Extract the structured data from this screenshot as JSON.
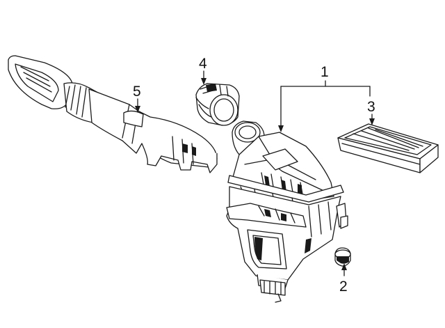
{
  "diagram": {
    "callouts": {
      "c1": "1",
      "c2": "2",
      "c3": "3",
      "c4": "4",
      "c5": "5"
    },
    "line_color": "#1a1a1a",
    "background": "#ffffff"
  }
}
